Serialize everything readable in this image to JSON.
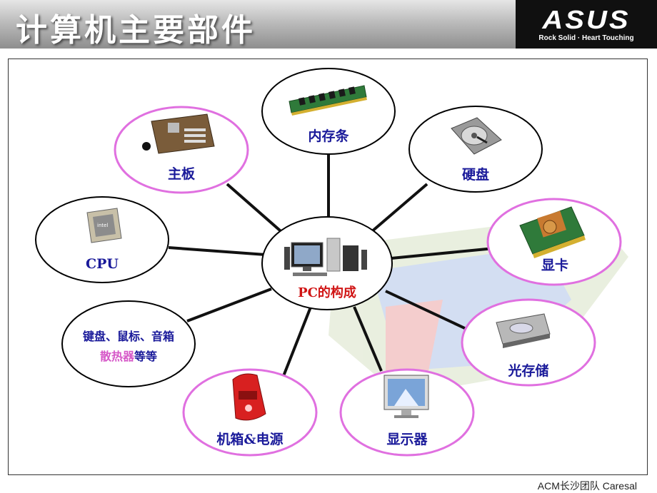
{
  "slide": {
    "title": "计算机主要部件",
    "brand": {
      "name": "ASUS",
      "tagline": "Rock Solid · Heart Touching"
    },
    "footer": "ACM长沙团队 Caresal"
  },
  "diagram": {
    "center": "PC的构成",
    "nodes": {
      "memory": "内存条",
      "mainboard": "主板",
      "harddisk": "硬盘",
      "cpu": "CPU",
      "gpu": "显卡",
      "peripherals_line1": "键盘、鼠标、音箱",
      "peripherals_line2a": "散热器",
      "peripherals_line2b": "等等",
      "optical": "光存储",
      "case_psu": "机箱&电源",
      "monitor": "显示器"
    },
    "colors": {
      "label": "#1a1a9a",
      "center_label": "#d01414",
      "pink_border": "#e070e0",
      "black_border": "#000000",
      "accent_pink": "#d658c8"
    }
  }
}
